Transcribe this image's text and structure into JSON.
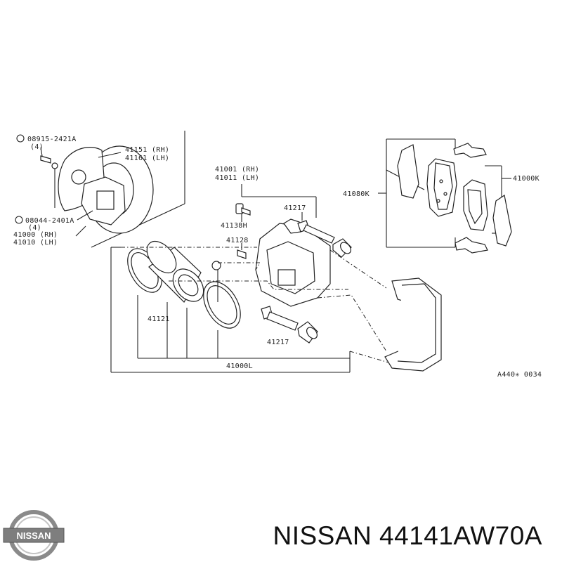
{
  "labels": {
    "bolt_spec": "08915-2421A",
    "bolt_qty": "(4)",
    "plate_rh": "41151 (RH)",
    "plate_lh": "41161 (LH)",
    "caliper_rh": "41001 (RH)",
    "caliper_lh": "41011 (LH)",
    "bolt2_spec": "08044-2401A",
    "bolt2_qty": "(4)",
    "assy_rh": "41000 (RH)",
    "assy_lh": "41010 (LH)",
    "pad_kit": "41000K",
    "pad_set": "41080K",
    "pin_top": "41217",
    "bleeder": "41138H",
    "cap": "41128",
    "piston": "41121",
    "pin_bottom": "41217",
    "kit": "41000L",
    "ref_code": "A440✳ 0034"
  },
  "brand": {
    "logo_text": "NISSAN",
    "caption": "NISSAN 44141AW70A"
  }
}
